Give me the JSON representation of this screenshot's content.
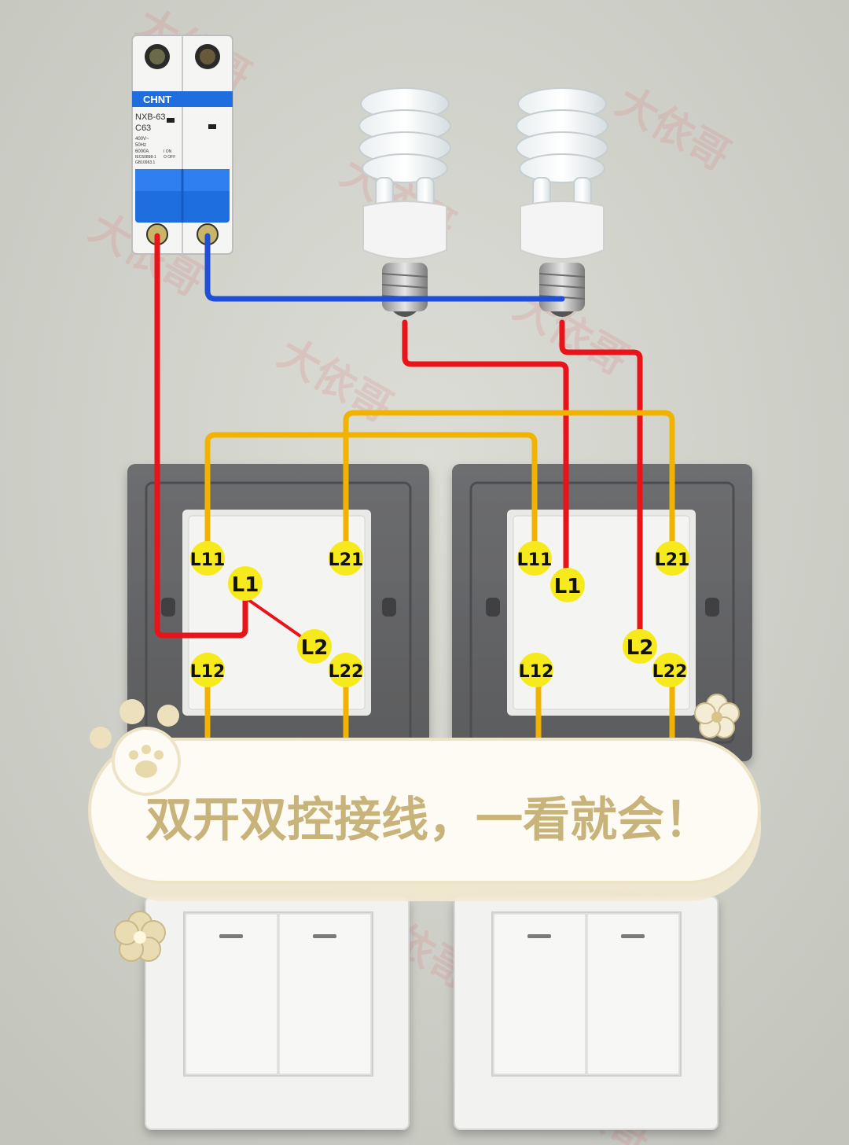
{
  "breaker": {
    "brand": "CHNT",
    "model": "NXB-63",
    "rating": "C63",
    "spec_lines": [
      "400V~",
      "50Hz",
      "6000A"
    ],
    "standards": [
      "IEC60898-1",
      "GB10963.1"
    ],
    "onoff": [
      "I ON",
      "O OFF"
    ]
  },
  "switch_left": {
    "terminals": {
      "l11": "L11",
      "l21": "L21",
      "l1": "L1",
      "l2": "L2",
      "l12": "L12",
      "l22": "L22"
    }
  },
  "switch_right": {
    "terminals": {
      "l11": "L11",
      "l21": "L21",
      "l1": "L1",
      "l2": "L2",
      "l12": "L12",
      "l22": "L22"
    }
  },
  "banner": {
    "text": "双开双控接线，一看就会！"
  },
  "watermark": "大依哥",
  "colors": {
    "live": "#e8141a",
    "neutral": "#1f4fd6",
    "traveler": "#f2b300",
    "terminal_dot": "#f7ea1c",
    "breaker_blue": "#1f6ee0",
    "banner_text": "#c8b37a"
  }
}
